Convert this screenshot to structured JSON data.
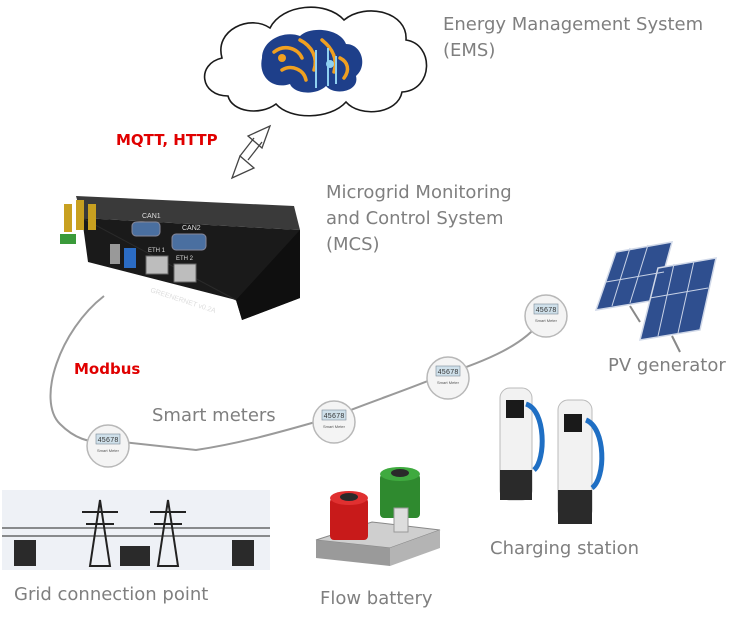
{
  "labels": {
    "ems_line1": "Energy Management System",
    "ems_line2": "(EMS)",
    "mcs_line1": "Microgrid Monitoring",
    "mcs_line2": "and Control System",
    "mcs_line3": "(MCS)",
    "pv": "PV generator",
    "smart_meters": "Smart meters",
    "charging": "Charging station",
    "grid": "Grid connection point",
    "battery": "Flow battery"
  },
  "protocols": {
    "upper": "MQTT, HTTP",
    "lower": "Modbus"
  },
  "device": {
    "ports": {
      "can1": "CAN1",
      "can2": "CAN2",
      "eth1": "ETH 1",
      "eth2": "ETH 2"
    },
    "model": "GREENERNET v0.2A"
  },
  "meter": {
    "reading": "45678",
    "brand": "Smart Meter"
  },
  "colors": {
    "label_gray": "#7f7f7f",
    "protocol_red": "#e00000",
    "device_body": "#1f1f1f",
    "battery_red": "#c81a1a",
    "battery_green": "#2f8a2f",
    "charger_blue": "#1f6fc4",
    "panel_blue": "#2f4f8f"
  }
}
